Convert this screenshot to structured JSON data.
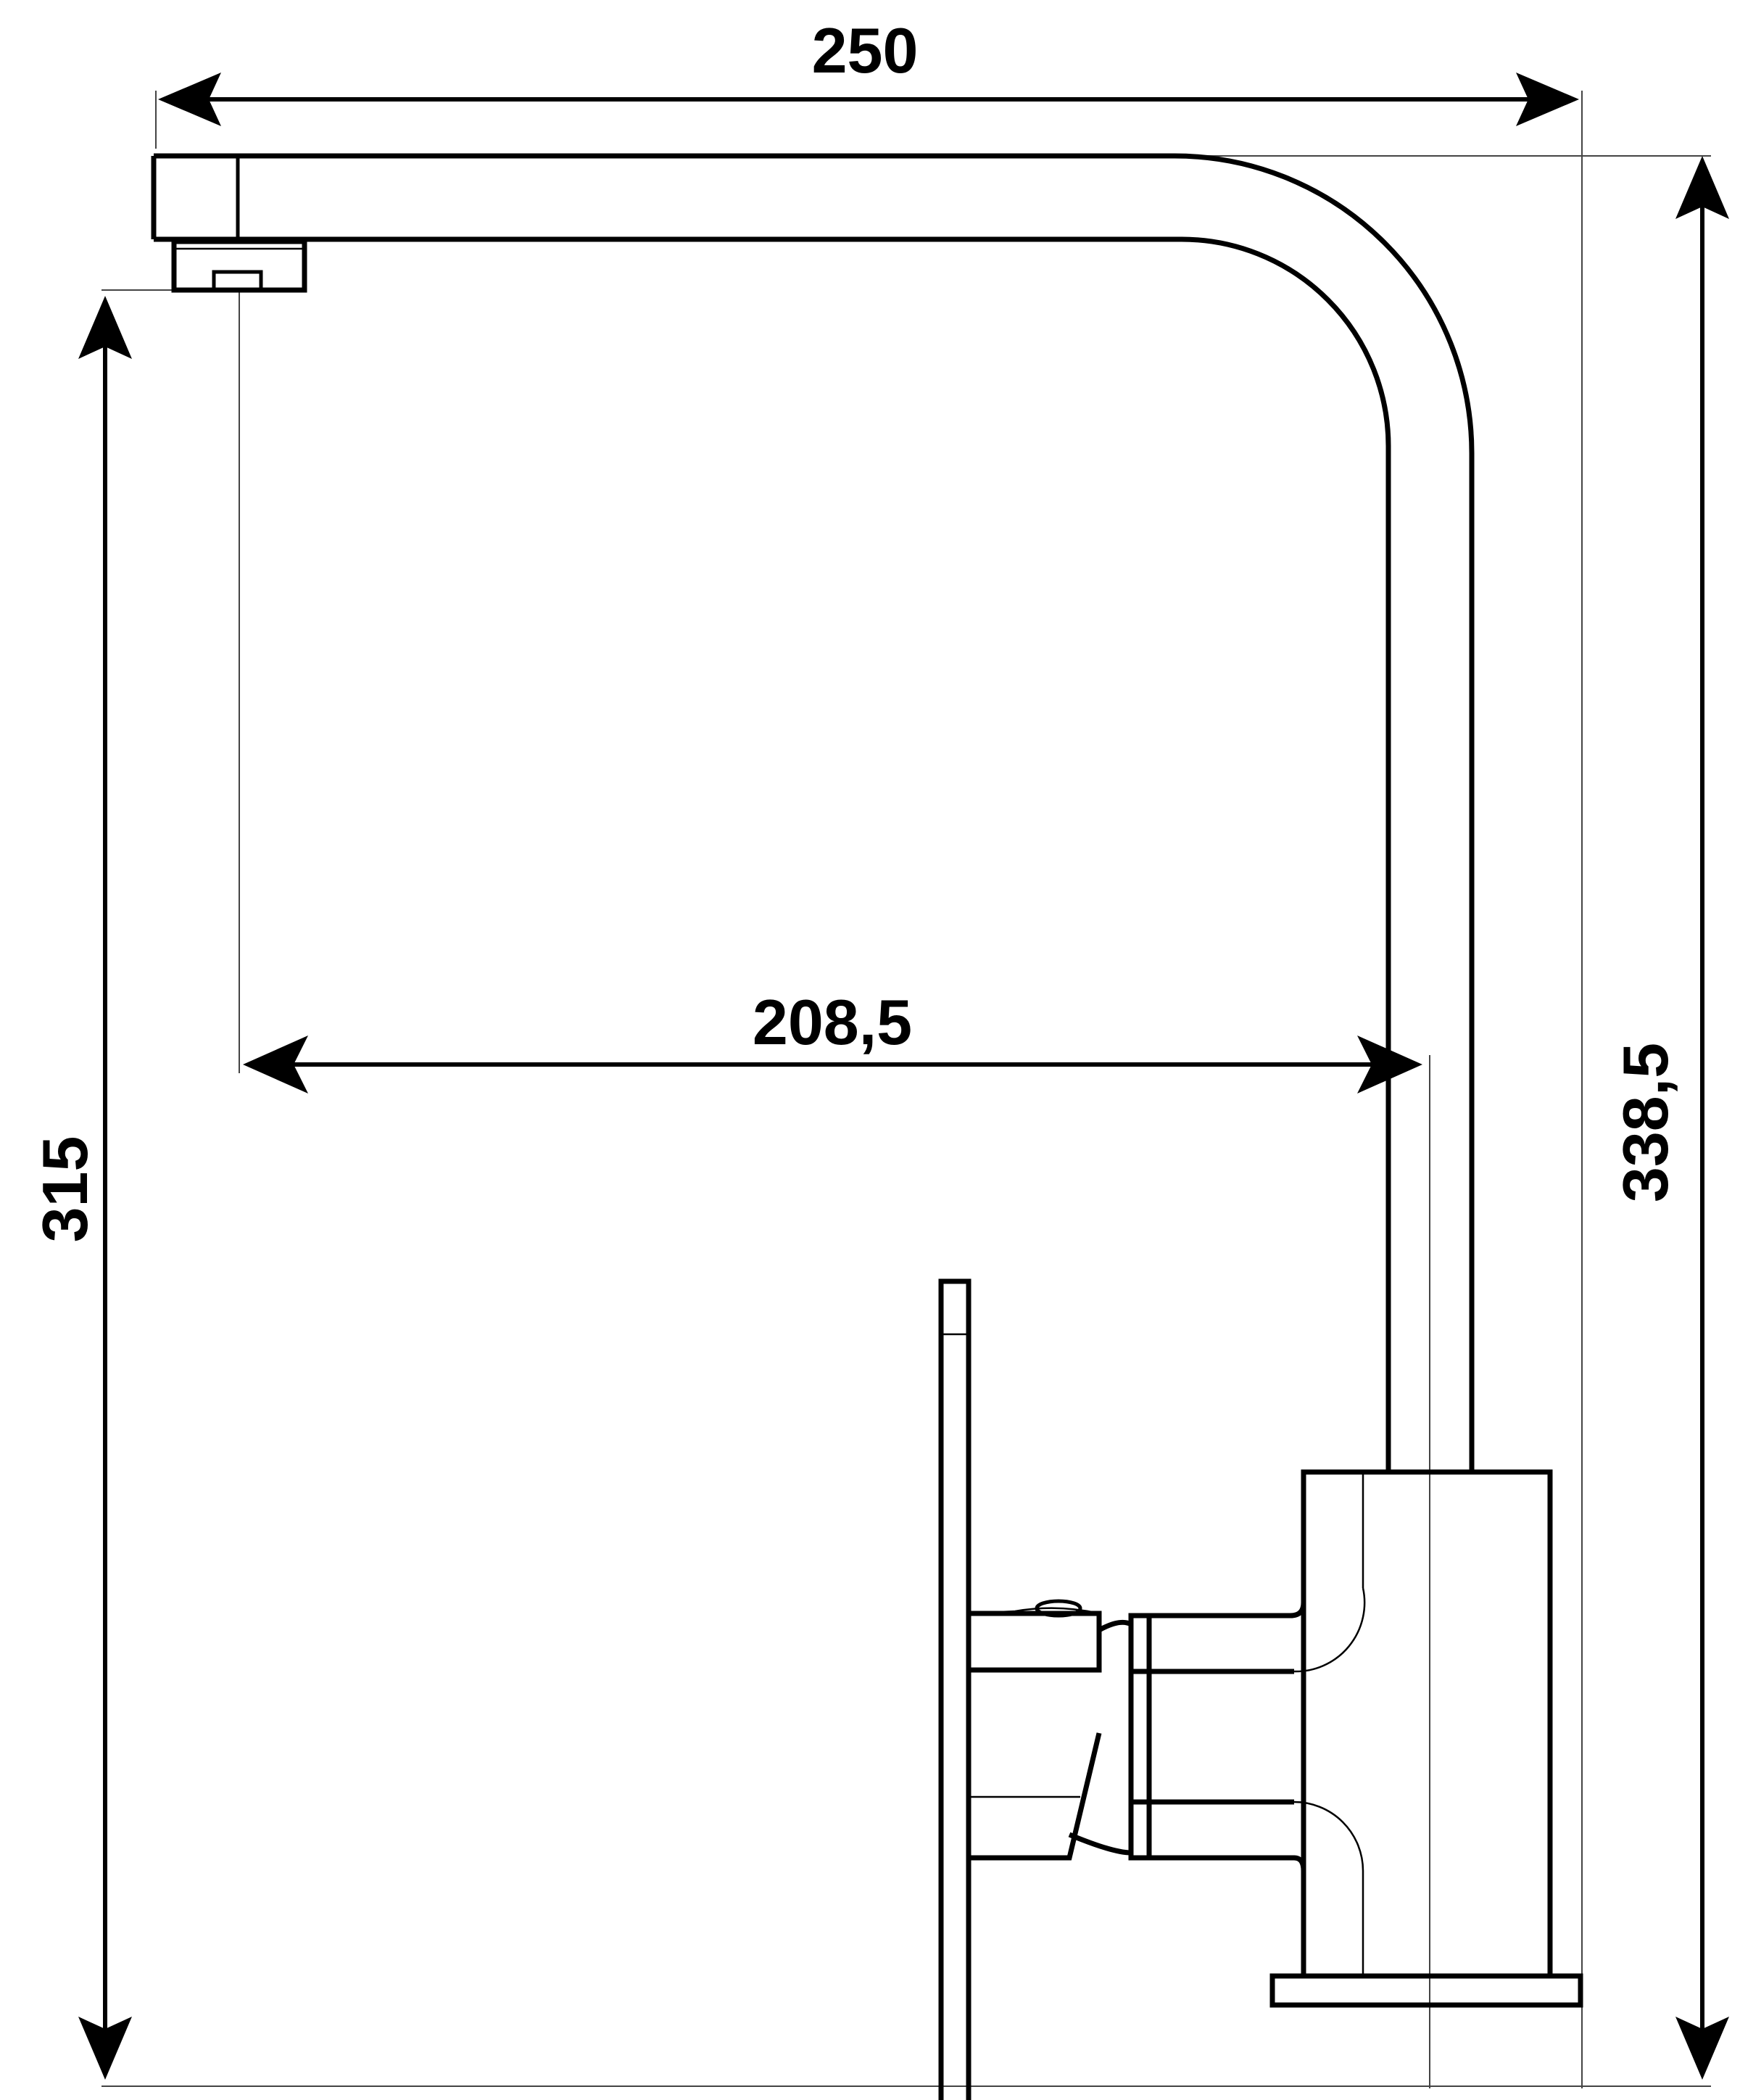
{
  "dimensions": {
    "top_width": "250",
    "spout_reach": "208,5",
    "left_height": "315",
    "right_height": "338,5"
  },
  "colors": {
    "line": "#000000",
    "background": "#ffffff"
  }
}
